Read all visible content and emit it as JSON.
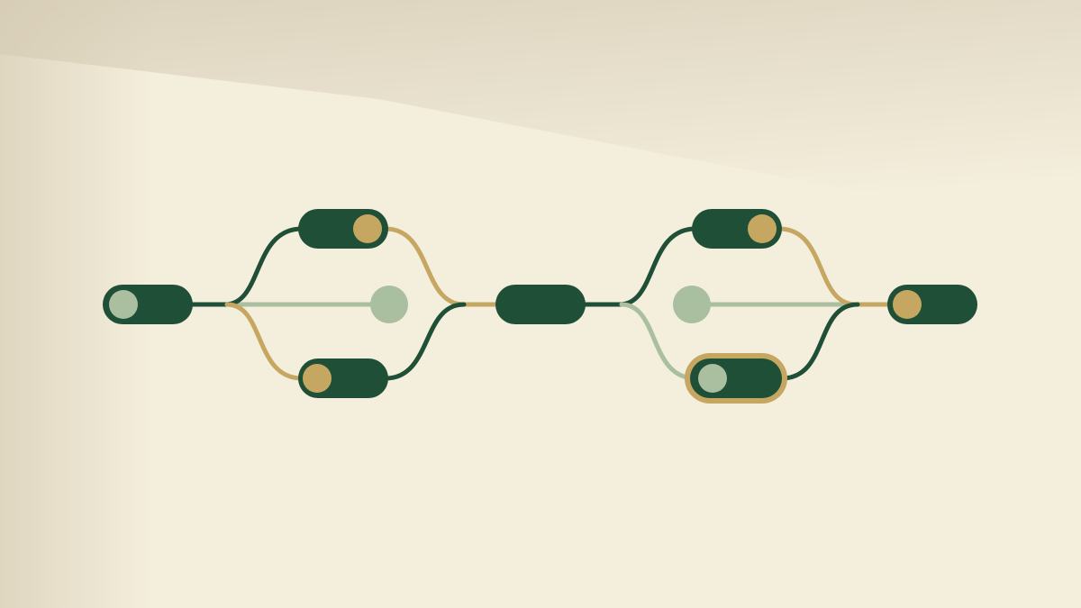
{
  "colors": {
    "background": "#f4eedc",
    "shadow": "#ddd5c0",
    "dark_green": "#1f4f36",
    "gold": "#c6a762",
    "sage": "#a9bf9f"
  },
  "diagram": {
    "kind": "branching toggle flow",
    "nodes": [
      {
        "id": "start-toggle",
        "shape": "toggle",
        "knob": "sage",
        "knob_side": "left"
      },
      {
        "id": "upper-left-toggle",
        "shape": "toggle",
        "knob": "gold",
        "knob_side": "right"
      },
      {
        "id": "left-center-dot",
        "shape": "dot",
        "color": "sage"
      },
      {
        "id": "lower-left-toggle",
        "shape": "toggle",
        "knob": "gold",
        "knob_side": "left"
      },
      {
        "id": "center-pill",
        "shape": "pill",
        "knob": "none"
      },
      {
        "id": "upper-right-toggle",
        "shape": "toggle",
        "knob": "gold",
        "knob_side": "right"
      },
      {
        "id": "right-center-dot",
        "shape": "dot",
        "color": "sage"
      },
      {
        "id": "lower-right-toggle",
        "shape": "toggle",
        "knob": "sage",
        "knob_side": "left",
        "outlined": "gold"
      },
      {
        "id": "end-toggle",
        "shape": "toggle",
        "knob": "gold",
        "knob_side": "left"
      }
    ],
    "edges": [
      {
        "from": "start-toggle",
        "to": "upper-left-toggle",
        "color": "dark_green"
      },
      {
        "from": "start-toggle",
        "to": "left-center-dot",
        "color": "sage"
      },
      {
        "from": "start-toggle",
        "to": "lower-left-toggle",
        "color": "gold"
      },
      {
        "from": "upper-left-toggle",
        "to": "center-pill",
        "color": "gold"
      },
      {
        "from": "lower-left-toggle",
        "to": "center-pill",
        "color": "dark_green"
      },
      {
        "from": "center-pill",
        "to": "upper-right-toggle",
        "color": "dark_green"
      },
      {
        "from": "center-pill",
        "to": "lower-right-toggle",
        "color": "sage"
      },
      {
        "from": "right-center-dot",
        "to": "end-toggle",
        "color": "sage"
      },
      {
        "from": "upper-right-toggle",
        "to": "end-toggle",
        "color": "gold"
      },
      {
        "from": "lower-right-toggle",
        "to": "end-toggle",
        "color": "dark_green"
      }
    ]
  }
}
